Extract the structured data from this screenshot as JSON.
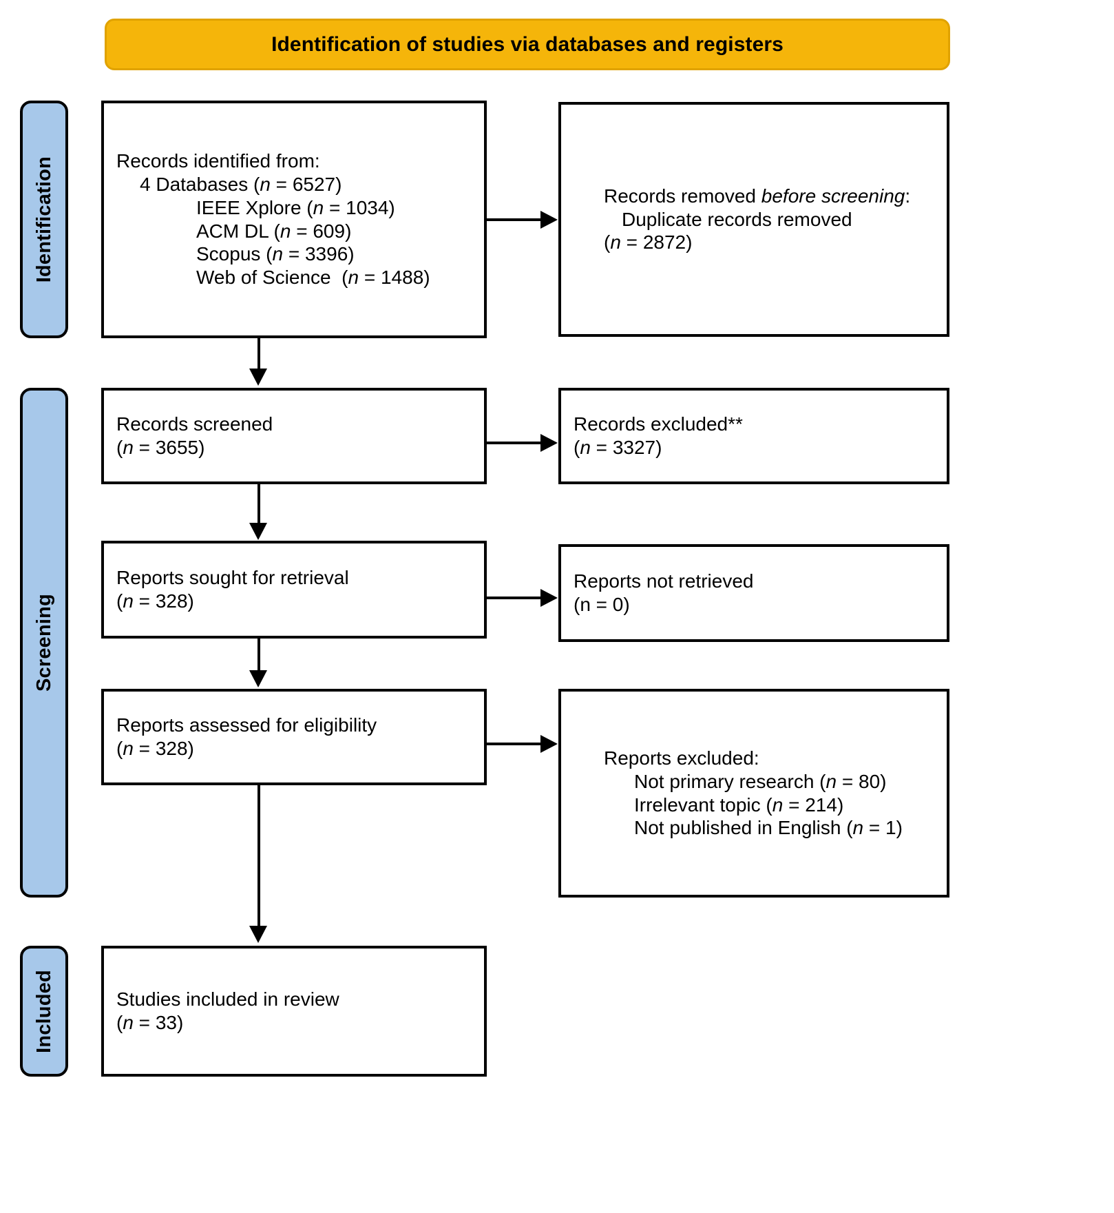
{
  "header": {
    "title": "Identification of studies via databases and registers",
    "bg_color": "#F5B50A"
  },
  "stages": {
    "identification": "Identification",
    "screening": "Screening",
    "included": "Included",
    "pill_color": "#A7C8EA"
  },
  "boxes": {
    "identified": {
      "line1": "Records identified from:",
      "line2": "4 Databases (",
      "line2_n": "n",
      "line2_tail": " = 6527)",
      "sources": [
        {
          "label": "IEEE Xplore (",
          "n": "n",
          "tail": " = 1034)"
        },
        {
          "label": "ACM DL (",
          "n": "n",
          "tail": " = 609)"
        },
        {
          "label": "Scopus (",
          "n": "n",
          "tail": " = 3396)"
        },
        {
          "label": "Web of Science  (",
          "n": "n",
          "tail": " = 1488)"
        }
      ]
    },
    "duplicates": {
      "line1_a": "Records removed ",
      "line1_em": "before screening",
      "line1_b": ":",
      "line2": "Duplicate records removed",
      "line3_a": "(",
      "line3_n": "n",
      "line3_b": " = 2872)"
    },
    "screened": {
      "label": "Records screened",
      "count_a": "(",
      "count_n": "n",
      "count_b": " = 3655)"
    },
    "records_excluded": {
      "label": "Records excluded**",
      "count_a": "(",
      "count_n": "n",
      "count_b": " = 3327)"
    },
    "sought": {
      "label": "Reports sought for retrieval",
      "count_a": "(",
      "count_n": "n",
      "count_b": " = 328)"
    },
    "not_retrieved": {
      "label": "Reports not retrieved",
      "count": "(n = 0)"
    },
    "assessed": {
      "label": "Reports assessed for eligibility",
      "count_a": "(",
      "count_n": "n",
      "count_b": " = 328)"
    },
    "reports_excluded": {
      "label": "Reports excluded:",
      "reasons": [
        {
          "text": "Not primary research (",
          "n": "n",
          "tail": " = 80)"
        },
        {
          "text": "Irrelevant topic (",
          "n": "n",
          "tail": " = 214)"
        },
        {
          "text": "Not published in English (",
          "n": "n",
          "tail": " = 1)"
        }
      ]
    },
    "included": {
      "label": "Studies included in review",
      "count_a": "(",
      "count_n": "n",
      "count_b": " = 33)"
    }
  }
}
